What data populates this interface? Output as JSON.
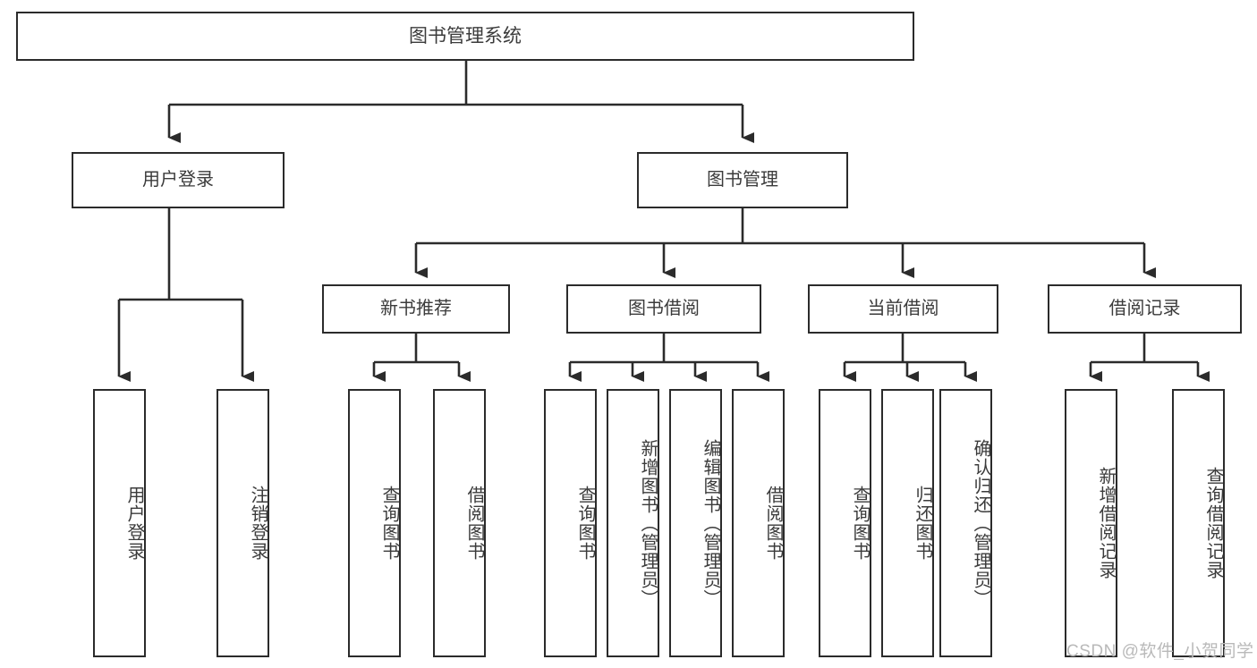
{
  "diagram": {
    "title": "图书管理系统",
    "type": "hierarchy-tree",
    "watermark": "CSDN @软件_小贺同学",
    "colors": {
      "stroke": "#2b2b2b",
      "text": "#3b3b3b",
      "background": "#ffffff",
      "watermark": "#b9b9b9"
    },
    "root": {
      "id": "root",
      "label": "图书管理系统"
    },
    "level1": [
      {
        "id": "user-login",
        "label": "用户登录"
      },
      {
        "id": "book-manage",
        "label": "图书管理"
      }
    ],
    "level2": [
      {
        "id": "new-book-recommend",
        "label": "新书推荐",
        "parent": "book-manage"
      },
      {
        "id": "book-borrow",
        "label": "图书借阅",
        "parent": "book-manage"
      },
      {
        "id": "current-borrow",
        "label": "当前借阅",
        "parent": "book-manage"
      },
      {
        "id": "borrow-record",
        "label": "借阅记录",
        "parent": "book-manage"
      }
    ],
    "leaves": [
      {
        "id": "leaf-user-login",
        "label": "用户登录",
        "parent": "user-login"
      },
      {
        "id": "leaf-user-logout",
        "label": "注销登录",
        "parent": "user-login"
      },
      {
        "id": "leaf-query-book-1",
        "label": "查询图书",
        "parent": "new-book-recommend"
      },
      {
        "id": "leaf-borrow-book-1",
        "label": "借阅图书",
        "parent": "new-book-recommend"
      },
      {
        "id": "leaf-query-book-2",
        "label": "查询图书",
        "parent": "book-borrow"
      },
      {
        "id": "leaf-add-book",
        "label": "新增图书（管理员）",
        "parent": "book-borrow"
      },
      {
        "id": "leaf-edit-book",
        "label": "编辑图书（管理员）",
        "parent": "book-borrow"
      },
      {
        "id": "leaf-borrow-book-2",
        "label": "借阅图书",
        "parent": "book-borrow"
      },
      {
        "id": "leaf-query-book-3",
        "label": "查询图书",
        "parent": "current-borrow"
      },
      {
        "id": "leaf-return-book",
        "label": "归还图书",
        "parent": "current-borrow"
      },
      {
        "id": "leaf-confirm-return",
        "label": "确认归还（管理员）",
        "parent": "current-borrow"
      },
      {
        "id": "leaf-add-record",
        "label": "新增借阅记录",
        "parent": "borrow-record"
      },
      {
        "id": "leaf-query-record",
        "label": "查询借阅记录",
        "parent": "borrow-record"
      }
    ]
  }
}
